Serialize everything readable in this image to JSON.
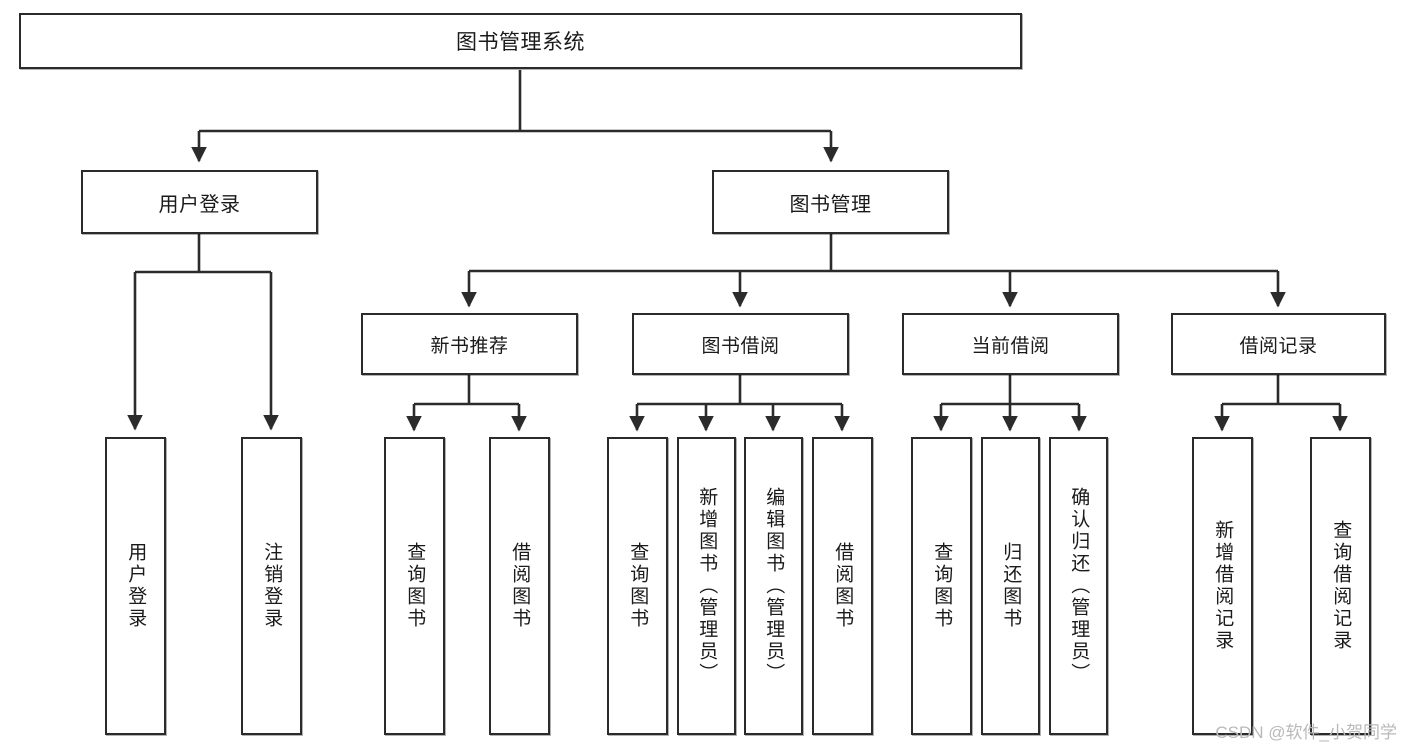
{
  "diagram": {
    "type": "tree",
    "title": "图书管理系统",
    "watermark": "CSDN @软件_小贺同学",
    "colors": {
      "background": "#ffffff",
      "box_border": "#2b2b2b",
      "box_fill": "#ffffff",
      "connector": "#2b2b2b",
      "text": "#1a1a1a",
      "watermark": "#b9b9b9"
    },
    "nodes": {
      "root": {
        "label": "图书管理系统"
      },
      "level1": [
        {
          "id": "user-login",
          "label": "用户登录"
        },
        {
          "id": "book-manage",
          "label": "图书管理"
        }
      ],
      "level2": [
        {
          "id": "new-book-recommend",
          "label": "新书推荐"
        },
        {
          "id": "book-borrow",
          "label": "图书借阅"
        },
        {
          "id": "current-borrow",
          "label": "当前借阅"
        },
        {
          "id": "borrow-record",
          "label": "借阅记录"
        }
      ],
      "leaves": {
        "user-login": [
          {
            "id": "leaf-user-login",
            "label": "用户登录"
          },
          {
            "id": "leaf-logout",
            "label": "注销登录"
          }
        ],
        "new-book-recommend": [
          {
            "id": "leaf-query-book-1",
            "label": "查询图书"
          },
          {
            "id": "leaf-borrow-book-1",
            "label": "借阅图书"
          }
        ],
        "book-borrow": [
          {
            "id": "leaf-query-book-2",
            "label": "查询图书"
          },
          {
            "id": "leaf-add-book",
            "label": "新增图书（管理员）"
          },
          {
            "id": "leaf-edit-book",
            "label": "编辑图书（管理员）"
          },
          {
            "id": "leaf-borrow-book-2",
            "label": "借阅图书"
          }
        ],
        "current-borrow": [
          {
            "id": "leaf-query-book-3",
            "label": "查询图书"
          },
          {
            "id": "leaf-return-book",
            "label": "归还图书"
          },
          {
            "id": "leaf-confirm-return",
            "label": "确认归还（管理员）"
          }
        ],
        "borrow-record": [
          {
            "id": "leaf-add-record",
            "label": "新增借阅记录"
          },
          {
            "id": "leaf-query-record",
            "label": "查询借阅记录"
          }
        ]
      }
    }
  }
}
